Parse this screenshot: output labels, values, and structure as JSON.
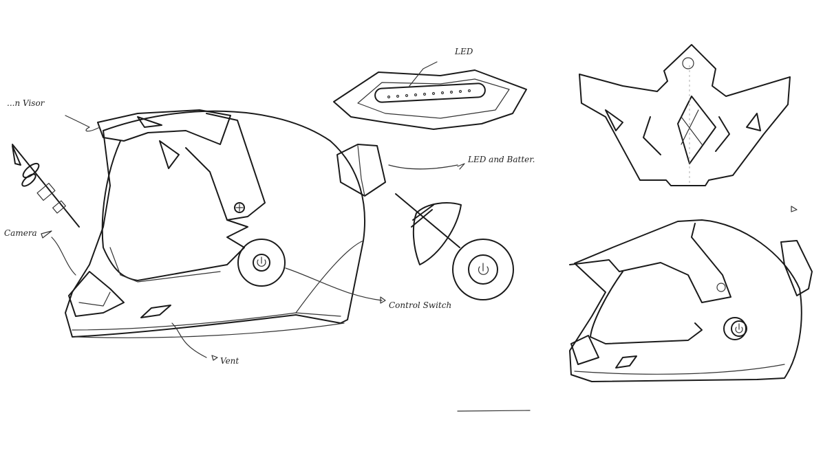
{
  "sketch": {
    "background": "#ffffff",
    "ink_color": "#1a1a1a",
    "labels": {
      "visor": "...n Visor",
      "led": "LED",
      "led_and_battery": "LED and Batter.",
      "camera": "Camera",
      "control_switch": "Control Switch",
      "vent": "Vent"
    },
    "icons": {
      "power_side": "power-icon",
      "power_detail": "power-icon",
      "power_3q": "power-icon"
    }
  }
}
